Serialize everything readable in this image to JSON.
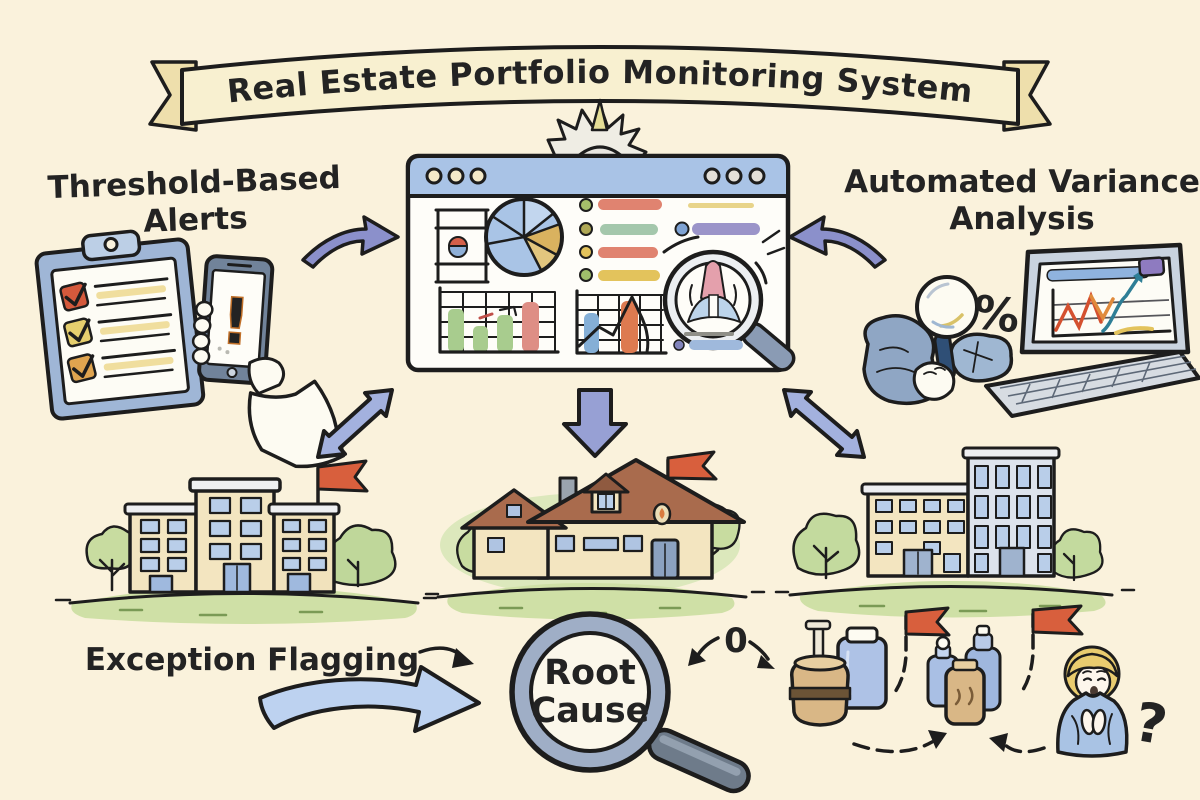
{
  "banner": {
    "title": "Real Estate Portfolio Monitoring System"
  },
  "sections": {
    "threshold_alerts": {
      "label_line1": "Threshold-Based",
      "label_line2": "Alerts",
      "phone_alert_symbol": "!"
    },
    "variance_analysis": {
      "label_line1": "Automated Variance",
      "label_line2": "Analysis",
      "percent_symbol": "%"
    },
    "exception_flagging": {
      "label": "Exception Flagging"
    },
    "root_cause": {
      "label_line1": "Root",
      "label_line2": "Cause"
    },
    "investigation": {
      "zero_node": "0",
      "question_symbol": "?"
    }
  },
  "colors": {
    "background": "#FAF2DC",
    "banner_fill": "#F8F0D0",
    "ink": "#1D1D1D",
    "arrow_purple": "#8B90CB",
    "arrow_periwinkle": "#A3B1DE",
    "arrow_lightblue": "#BDD2F0",
    "flag_red": "#D85F3D",
    "building_cream": "#F3E5C0",
    "window_blue": "#B9CEE9",
    "grass_green": "#CFE0A6",
    "roof_brown": "#A96B4D",
    "titlebar_blue": "#A9C3E6",
    "alert_orange": "#DF8A3E",
    "question_tan": "#BD9154"
  }
}
